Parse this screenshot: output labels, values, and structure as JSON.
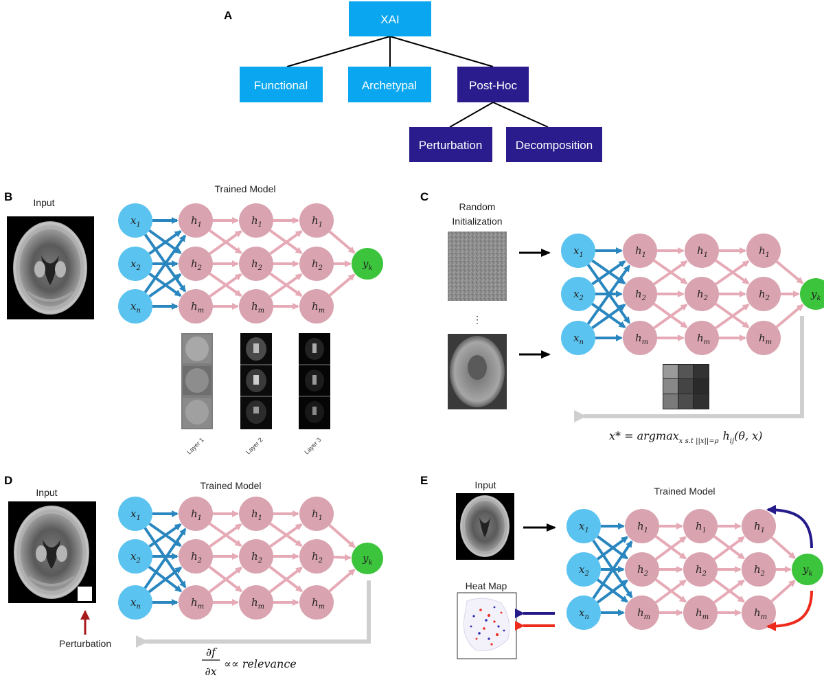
{
  "panels": {
    "A": "A",
    "B": "B",
    "C": "C",
    "D": "D",
    "E": "E"
  },
  "taxonomy": {
    "root": "XAI",
    "children": [
      "Functional",
      "Archetypal",
      "Post-Hoc"
    ],
    "posthoc_children": [
      "Perturbation",
      "Decomposition"
    ]
  },
  "labels": {
    "input": "Input",
    "trained_model": "Trained Model",
    "random_initialization_1": "Random",
    "random_initialization_2": "Initialization",
    "dots": "⋮",
    "perturbation": "Perturbation",
    "heat_map": "Heat Map",
    "layers": [
      "Layer 1",
      "Layer 2",
      "Layer 3"
    ]
  },
  "network": {
    "inputs": [
      {
        "v": "x",
        "s": "1"
      },
      {
        "v": "x",
        "s": "2"
      },
      {
        "v": "x",
        "s": "n"
      }
    ],
    "hidden": [
      {
        "v": "h",
        "s": "1"
      },
      {
        "v": "h",
        "s": "2"
      },
      {
        "v": "h",
        "s": "m"
      }
    ],
    "output": {
      "v": "y",
      "s": "k"
    }
  },
  "formulas": {
    "C_lhs": "x* = argmax",
    "C_sub": "x s.t ||x||=ρ",
    "C_rhs": "h",
    "C_rhs_sub": "ij",
    "C_rhs_args": "(θ, x)",
    "D_num": "∂f",
    "D_den": "∂x",
    "D_rest": "∝∝ relevance"
  },
  "colors": {
    "light_blue_box": "#0aa6f0",
    "dark_blue_box": "#2a1c8c",
    "input_node": "#5bc3ef",
    "hidden_node": "#d9a3b0",
    "output_node": "#3cc43c",
    "input_arrow": "#2a86bf",
    "hidden_arrow": "#e6aab6",
    "grey_arrow": "#cfcfcf",
    "red_arrow": "#ee2a1c",
    "navy_arrow": "#241a8a",
    "dark_red_arrow": "#a8191b"
  }
}
